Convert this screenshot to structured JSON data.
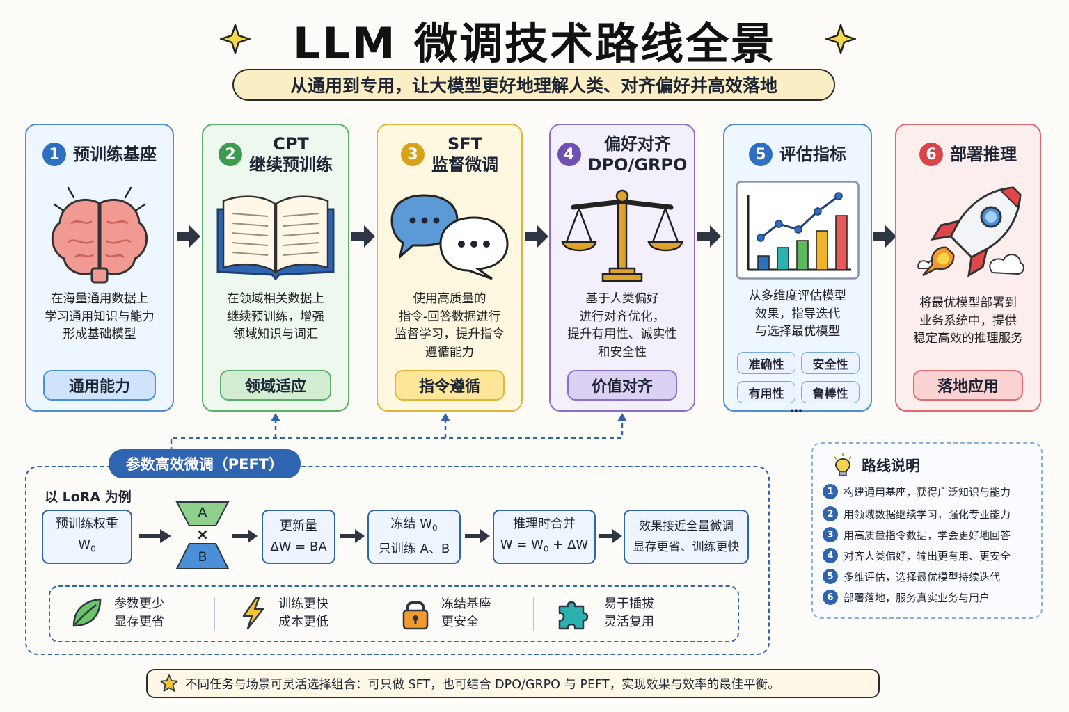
{
  "title": "LLM 微调技术路线全景",
  "subtitle": "从通用到专用，让大模型更好地理解人类、对齐偏好并高效落地",
  "colors": {
    "blue": "#2f6fc0",
    "green": "#3e9a4e",
    "yellow": "#d9a21b",
    "purple": "#6f4fb5",
    "red": "#d94448"
  },
  "cards": [
    {
      "num": "1",
      "title": "预训练基座",
      "desc": [
        "在海量通用数据上",
        "学习通用知识与能力",
        "形成基础模型"
      ],
      "tag": "通用能力",
      "icon": "brain-icon"
    },
    {
      "num": "2",
      "title_l1": "CPT",
      "title_l2": "继续预训练",
      "desc": [
        "在领域相关数据上",
        "继续预训练，增强",
        "领域知识与词汇"
      ],
      "tag": "领域适应",
      "icon": "book-icon"
    },
    {
      "num": "3",
      "title_l1": "SFT",
      "title_l2": "监督微调",
      "desc": [
        "使用高质量的",
        "指令-回答数据进行",
        "监督学习，提升指令",
        "遵循能力"
      ],
      "tag": "指令遵循",
      "icon": "chat-bubbles-icon"
    },
    {
      "num": "4",
      "title_l1": "偏好对齐",
      "title_l2": "DPO/GRPO",
      "desc": [
        "基于人类偏好",
        "进行对齐优化，",
        "提升有用性、诚实性",
        "和安全性"
      ],
      "tag": "价值对齐",
      "icon": "scale-icon"
    },
    {
      "num": "5",
      "title": "评估指标",
      "desc": [
        "从多维度评估模型",
        "效果，指导迭代",
        "与选择最优模型"
      ],
      "metrics": [
        "准确性",
        "安全性",
        "有用性",
        "鲁棒性"
      ],
      "more": "…",
      "icon": "chart-icon"
    },
    {
      "num": "6",
      "title": "部署推理",
      "desc": [
        "将最优模型部署到",
        "业务系统中，提供",
        "稳定高效的推理服务"
      ],
      "tag": "落地应用",
      "icon": "rocket-icon"
    }
  ],
  "peft": {
    "title": "参数高效微调（PEFT）",
    "example": "以 LoRA 为例",
    "steps": {
      "s1_l1": "预训练权重",
      "s1_l2": "W",
      "s1_sub": "0",
      "matA": "A",
      "times": "×",
      "matB": "B",
      "s3_l1": "更新量",
      "s3_l2": "ΔW = BA",
      "s4_l1a": "冻结 W",
      "s4_sub": "0",
      "s4_l2": "只训练 A、B",
      "s5_l1": "推理时合并",
      "s5_l2a": "W = W",
      "s5_sub": "0",
      "s5_l2b": " + ΔW",
      "s6_l1": "效果接近全量微调",
      "s6_l2": "显存更省、训练更快"
    },
    "benefits": [
      {
        "l1": "参数更少",
        "l2": "显存更省",
        "icon": "leaf-icon"
      },
      {
        "l1": "训练更快",
        "l2": "成本更低",
        "icon": "lightning-icon"
      },
      {
        "l1": "冻结基座",
        "l2": "更安全",
        "icon": "lock-icon"
      },
      {
        "l1": "易于插拔",
        "l2": "灵活复用",
        "icon": "puzzle-icon"
      }
    ]
  },
  "legend": {
    "title": "路线说明",
    "items": [
      {
        "n": "1",
        "t": "构建通用基座，获得广泛知识与能力"
      },
      {
        "n": "2",
        "t": "用领域数据继续学习，强化专业能力"
      },
      {
        "n": "3",
        "t": "用高质量指令数据，学会更好地回答"
      },
      {
        "n": "4",
        "t": "对齐人类偏好，输出更有用、更安全"
      },
      {
        "n": "5",
        "t": "多维评估，选择最优模型持续迭代"
      },
      {
        "n": "6",
        "t": "部署落地，服务真实业务与用户"
      }
    ]
  },
  "footer": "不同任务与场景可灵活选择组合：可只做 SFT，也可结合 DPO/GRPO 与 PEFT，实现效果与效率的最佳平衡。"
}
